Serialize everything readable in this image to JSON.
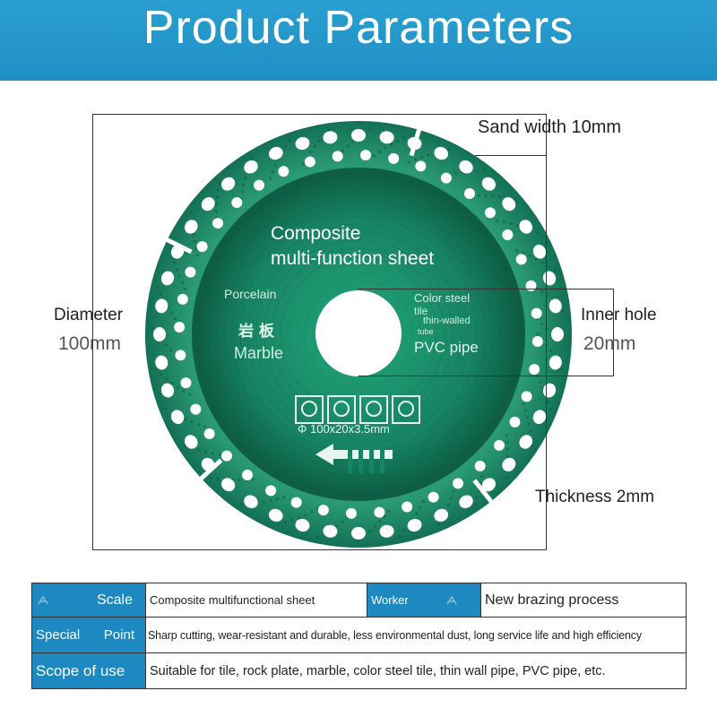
{
  "header": {
    "title": "Product Parameters"
  },
  "disc": {
    "title_line1": "Composite",
    "title_line2": "multi-function sheet",
    "left_text_1": "Porcelain",
    "left_text_2": "岩 板",
    "left_text_3": "Marble",
    "right_text_1": "Color steel",
    "right_text_2": "tile",
    "right_text_3": "thin-walled",
    "right_text_4": "tube",
    "right_text_5": "PVC pipe",
    "size_text": "Φ 100x20x3.5mm",
    "colors": {
      "disc_green": "#1a8a63",
      "disc_dark": "#0f5e44",
      "header_blue": "#1f8fc4"
    }
  },
  "callouts": {
    "sand_width": "Sand width 10mm",
    "diameter_label": "Diameter",
    "diameter_value": "100mm",
    "inner_hole_label": "Inner hole",
    "inner_hole_value": "20mm",
    "thickness": "Thickness 2mm"
  },
  "spec_table": {
    "scale_label": "Scale",
    "scale_value": "Composite multifunctional sheet",
    "worker_label": "Worker",
    "worker_value": "New brazing process",
    "special_label_1": "Special",
    "special_label_2": "Point",
    "special_value": "Sharp cutting, wear-resistant and durable, less environmental dust, long service life and high efficiency",
    "scope_label": "Scope of use",
    "scope_value": "Suitable for tile, rock plate, marble, color steel tile, thin wall pipe, PVC pipe, etc."
  }
}
